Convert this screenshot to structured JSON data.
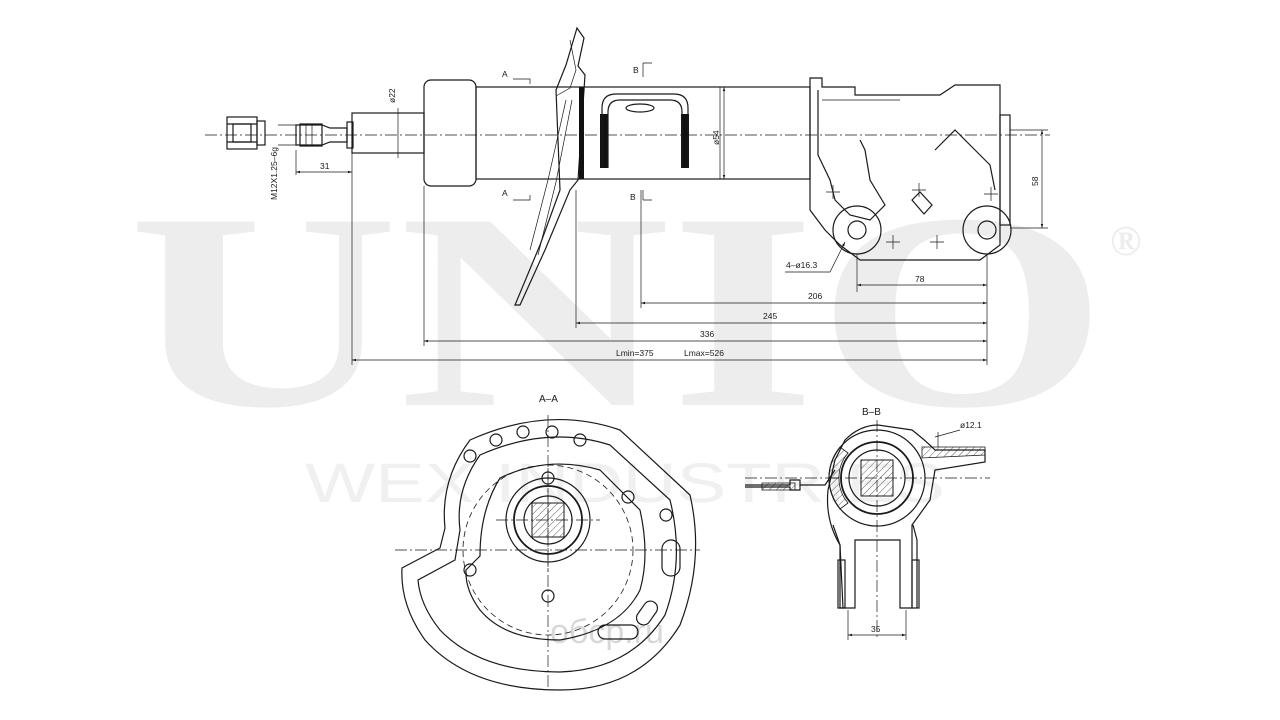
{
  "watermark": {
    "brand": "UNIO",
    "registered": "®",
    "subtitle": "WEX INDUSTRIES",
    "site": "oбcp.ru"
  },
  "labels": {
    "section_a_top": "A",
    "section_a_bottom": "A",
    "section_b_top": "B",
    "section_b_bottom": "B",
    "view_aa": "A–A",
    "view_bb": "B–B"
  },
  "dimensions": {
    "rod_dia": "ø22",
    "thread": "M12X1.25–6g",
    "thread_len": "31",
    "tube_dia": "ø54",
    "bracket_height": "58",
    "holes": "4–ø16.3",
    "hole_spacing": "78",
    "d206": "206",
    "d245": "245",
    "d336": "336",
    "lmin": "Lmin=375",
    "lmax": "Lmax=526",
    "bb_hole": "ø12.1",
    "bb_width": "35"
  }
}
